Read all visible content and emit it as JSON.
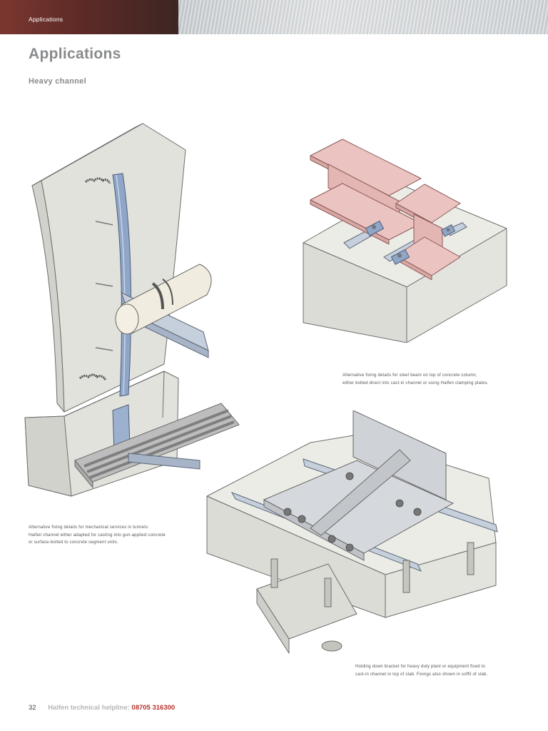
{
  "header": {
    "section_tab": "Applications"
  },
  "page": {
    "title": "Applications",
    "subtitle": "Heavy channel"
  },
  "figures": {
    "tunnel": {
      "caption_lines": [
        "Alternative fixing details for mechanical services in tunnels:",
        "Halfen channel either adapted for casting into gun-applied concrete",
        "or surface-bolted to concrete segment units."
      ]
    },
    "steel_beam": {
      "caption_lines": [
        "Alternative fixing details for steel beam on top of concrete column,",
        "either bolted direct into cast-in channel or using Halfen clamping plates."
      ]
    },
    "holding_down": {
      "caption_lines": [
        "Holding down bracket for heavy duty plant or equipment fixed to",
        "cast-in channel in top of slab. Fixings also shown in soffit of slab."
      ]
    }
  },
  "footer": {
    "page_number": "32",
    "helpline_label": "Halfen technical helpline:",
    "helpline_number": "08705 316300"
  },
  "colors": {
    "header_red": "#5e2a26",
    "concrete": "#e2e2dc",
    "channel_blue": "#8fa6c8",
    "steel_beam_pink": "#e3b6b3",
    "helpline_red": "#b8322c"
  }
}
